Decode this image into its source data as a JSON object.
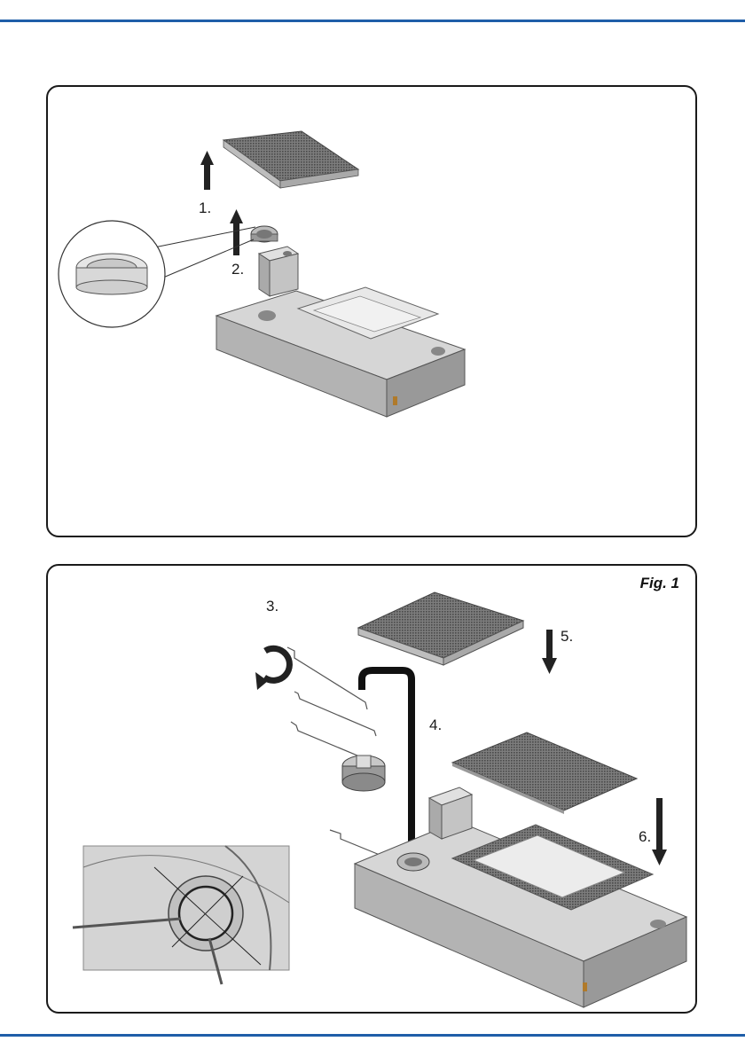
{
  "figure_label": "Fig. 1",
  "steps": {
    "s1": "1.",
    "s2": "2.",
    "s3": "3.",
    "s4": "4.",
    "s5": "5.",
    "s6": "6."
  }
}
